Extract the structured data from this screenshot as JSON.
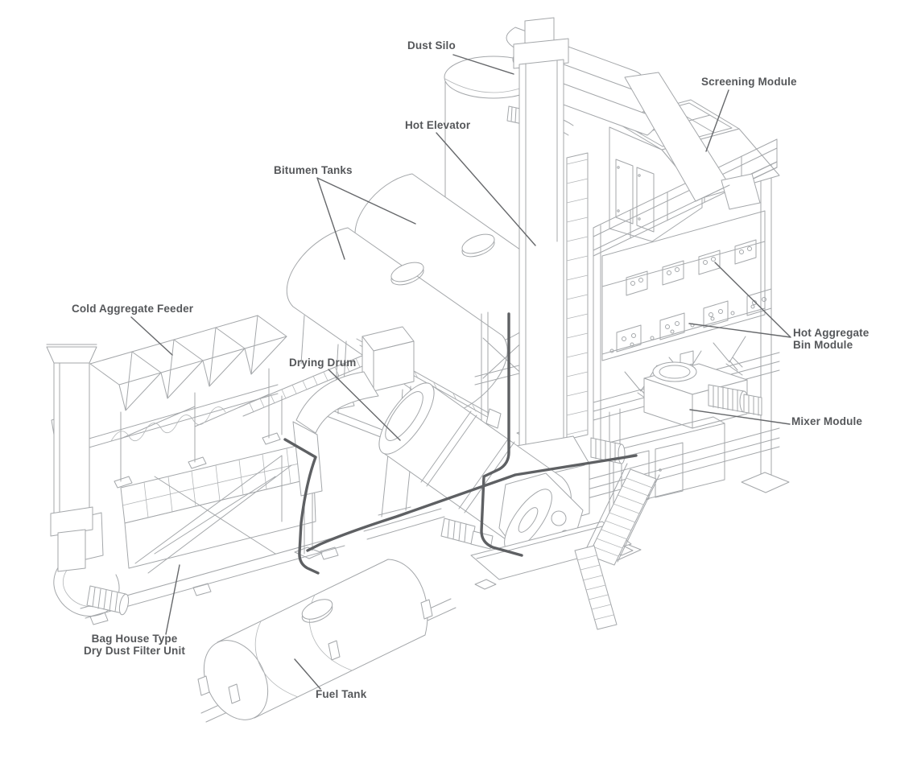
{
  "colors": {
    "background": "#ffffff",
    "artwork_line": "#a4a7aa",
    "dark_pipe": "#5e6063",
    "leader_line": "#66686b",
    "label_text": "#55575a"
  },
  "diagram": {
    "labels": [
      {
        "id": "dust-silo",
        "lines": [
          "Dust Silo"
        ]
      },
      {
        "id": "screening-module",
        "lines": [
          "Screening Module"
        ]
      },
      {
        "id": "hot-elevator",
        "lines": [
          "Hot Elevator"
        ]
      },
      {
        "id": "bitumen-tanks",
        "lines": [
          "Bitumen Tanks"
        ]
      },
      {
        "id": "cold-aggregate-feeder",
        "lines": [
          "Cold Aggregate Feeder"
        ]
      },
      {
        "id": "drying-drum",
        "lines": [
          "Drying Drum"
        ]
      },
      {
        "id": "hot-aggregate-bin-module",
        "lines": [
          "Hot Aggregate",
          "Bin Module"
        ]
      },
      {
        "id": "mixer-module",
        "lines": [
          "Mixer Module"
        ]
      },
      {
        "id": "bag-house",
        "lines": [
          "Bag House Type",
          "Dry Dust Filter Unit"
        ]
      },
      {
        "id": "fuel-tank",
        "lines": [
          "Fuel Tank"
        ]
      }
    ]
  }
}
